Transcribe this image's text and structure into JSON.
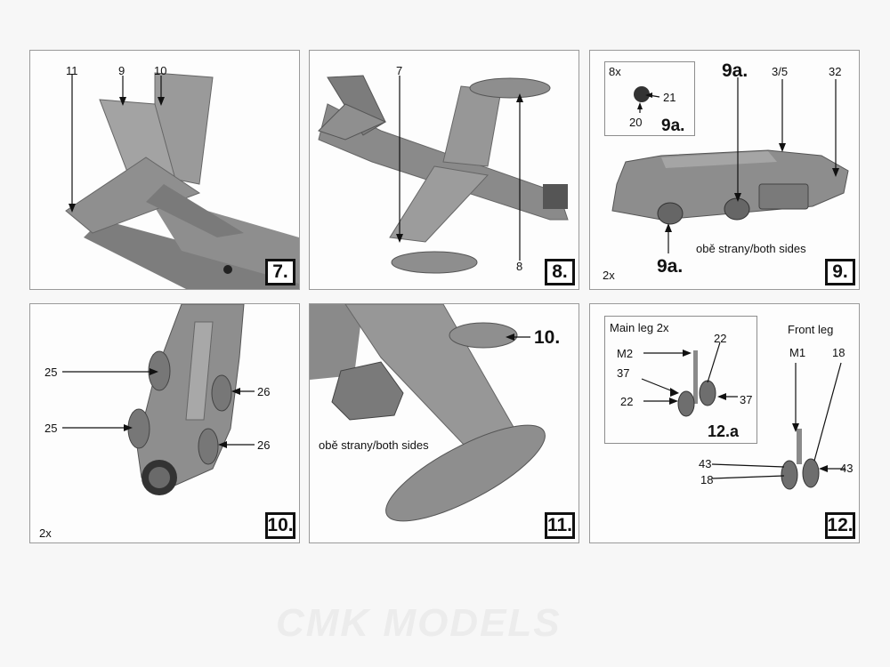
{
  "steps": {
    "s7": {
      "number": "7.",
      "labels": {
        "a": "11",
        "b": "9",
        "c": "10"
      }
    },
    "s8": {
      "number": "8.",
      "labels": {
        "a": "7",
        "b": "8"
      }
    },
    "s9": {
      "number": "9.",
      "inset_qty": "8x",
      "inset_labels": {
        "a": "21",
        "b": "20"
      },
      "inset_step": "9a.",
      "callout_top": "9a.",
      "callout_bottom": "9a.",
      "labels": {
        "a": "3/5",
        "b": "32"
      },
      "note": "obě strany/both sides",
      "qty": "2x"
    },
    "s10": {
      "number": "10.",
      "labels": {
        "a": "25",
        "b": "26",
        "c": "25",
        "d": "26"
      },
      "qty": "2x"
    },
    "s11": {
      "number": "11.",
      "callout": "10.",
      "note": "obě strany/both sides"
    },
    "s12": {
      "number": "12.",
      "main_leg_title": "Main leg 2x",
      "front_leg_title": "Front leg",
      "main_labels": {
        "a": "M2",
        "b": "22",
        "c": "37",
        "d": "22",
        "e": "37"
      },
      "main_step": "12.a",
      "front_labels": {
        "a": "M1",
        "b": "18",
        "c": "43",
        "d": "43",
        "e": "18"
      }
    }
  },
  "watermark": "CMK MODELS",
  "colors": {
    "plastic": "#8a8a8a",
    "plastic_dark": "#5e5e5e",
    "plastic_light": "#b3b3b3",
    "frame": "#9a9a9a"
  }
}
